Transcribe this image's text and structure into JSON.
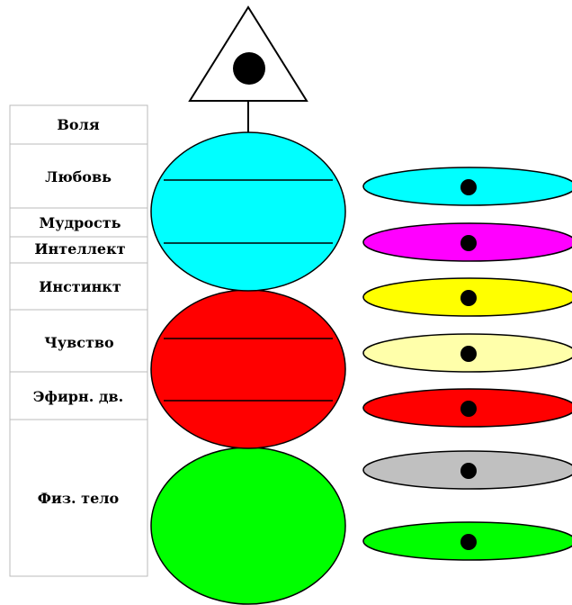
{
  "labels": {
    "will": "Воля",
    "love": "Любовь",
    "wisdom": "Мудрость",
    "intellect": "Интеллект",
    "instinct": "Инстинкт",
    "feeling": "Чувство",
    "etheric": "Эфирн. дв.",
    "physical": "Физ. тело"
  },
  "colors": {
    "upper_sphere": "#00ffff",
    "middle_sphere": "#ff0000",
    "lower_sphere": "#00ff00",
    "disk_1": "#00ffff",
    "disk_2": "#ff00ff",
    "disk_3": "#ffff00",
    "disk_4": "#ffffaa",
    "disk_5": "#ff0000",
    "disk_6": "#c0c0c0",
    "disk_7": "#00ff00",
    "outline": "#000000",
    "table_border": "#bbbbbb"
  }
}
